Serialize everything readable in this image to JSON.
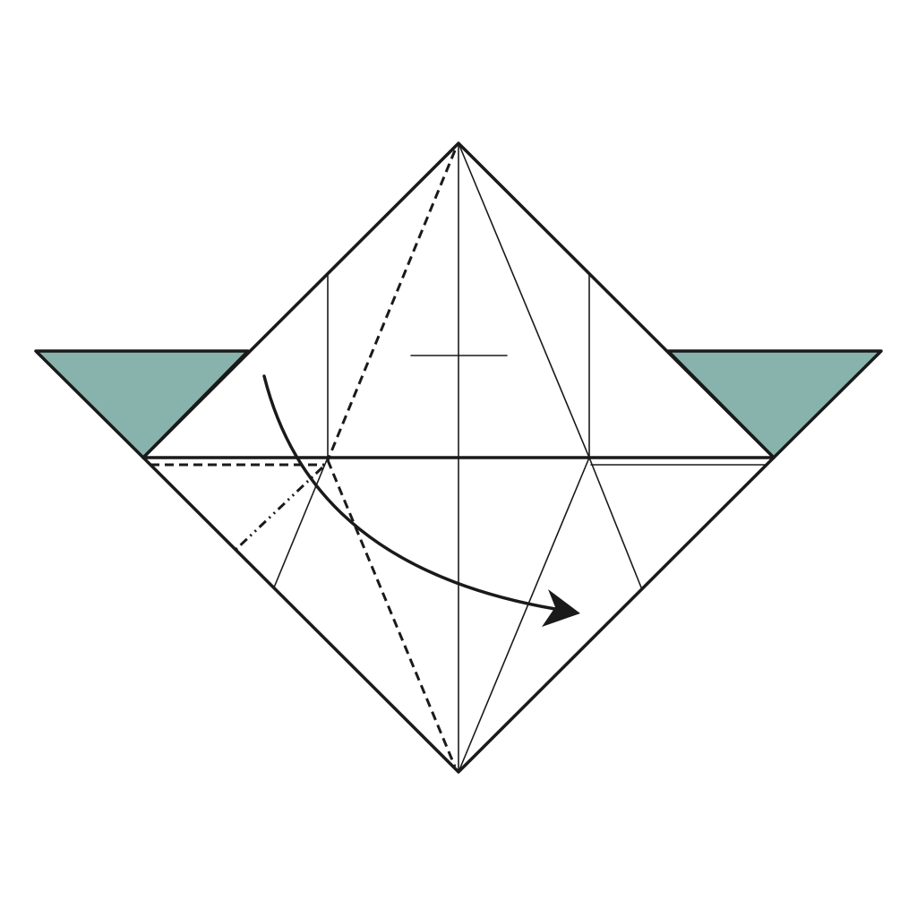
{
  "diagram": {
    "type": "origami-fold-step",
    "colors": {
      "paper_front": "#ffffff",
      "paper_back": "#88b3ad",
      "line": "#1a1a1a"
    },
    "line_styles": {
      "edges": "solid-thick",
      "creases": "solid-thin",
      "valley_fold": "dashed",
      "mountain_fold": "dash-dot-dot"
    },
    "arrow": {
      "meaning": "fold-direction",
      "direction": "clockwise-down-right"
    }
  }
}
